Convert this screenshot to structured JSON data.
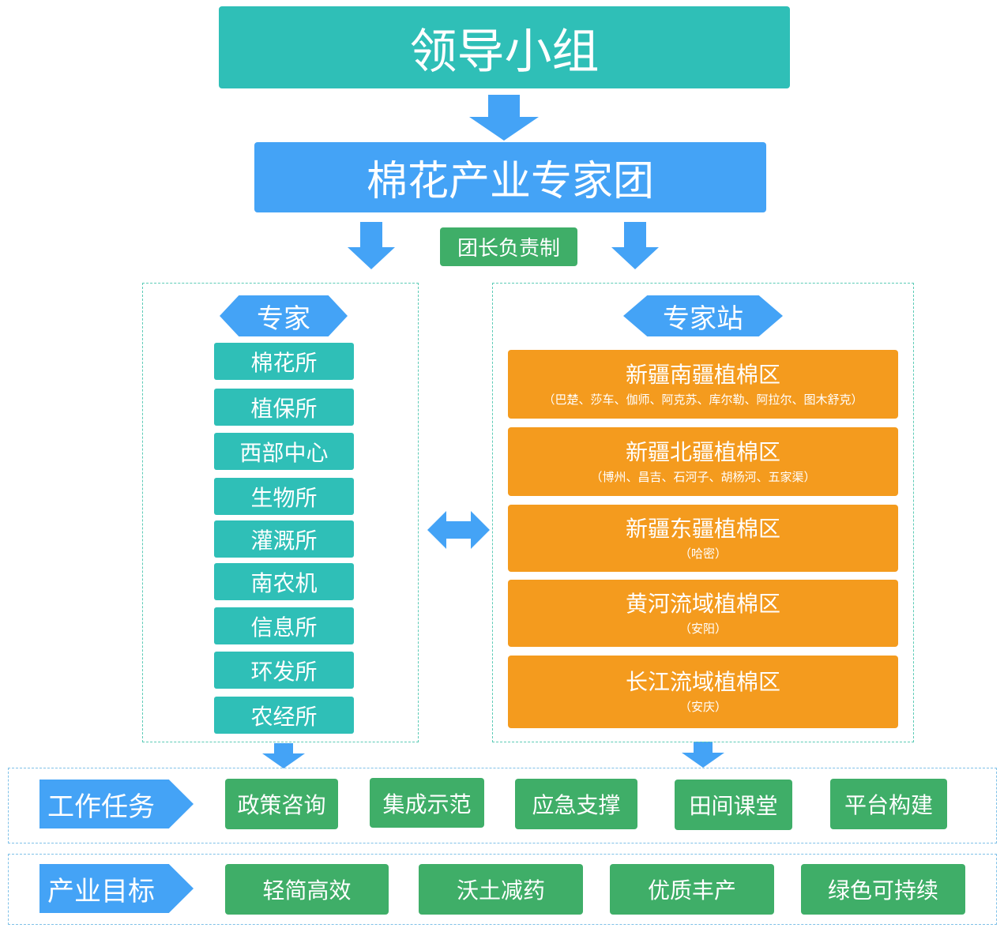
{
  "leadership": "领导小组",
  "expert_team": "棉花产业专家团",
  "responsibility": "团长负责制",
  "experts": {
    "title": "专家",
    "institutes": [
      "棉花所",
      "植保所",
      "西部中心",
      "生物所",
      "灌溉所",
      "南农机",
      "信息所",
      "环发所",
      "农经所"
    ]
  },
  "stations": {
    "title": "专家站",
    "items": [
      {
        "name": "新疆南疆植棉区",
        "sub": "（巴楚、莎车、伽师、阿克苏、库尔勒、阿拉尔、图木舒克）"
      },
      {
        "name": "新疆北疆植棉区",
        "sub": "（博州、昌吉、石河子、胡杨河、五家渠）"
      },
      {
        "name": "新疆东疆植棉区",
        "sub": "（哈密）"
      },
      {
        "name": "黄河流域植棉区",
        "sub": "（安阳）"
      },
      {
        "name": "长江流域植棉区",
        "sub": "（安庆）"
      }
    ]
  },
  "tasks": {
    "label": "工作任务",
    "items": [
      "政策咨询",
      "集成示范",
      "应急支撑",
      "田间课堂",
      "平台构建"
    ]
  },
  "goals": {
    "label": "产业目标",
    "items": [
      "轻简高效",
      "沃土减药",
      "优质丰产",
      "绿色可持续"
    ]
  },
  "colors": {
    "teal": "#2fbfb7",
    "blue": "#44a3f6",
    "green": "#3fae68",
    "orange": "#f49b1e"
  }
}
